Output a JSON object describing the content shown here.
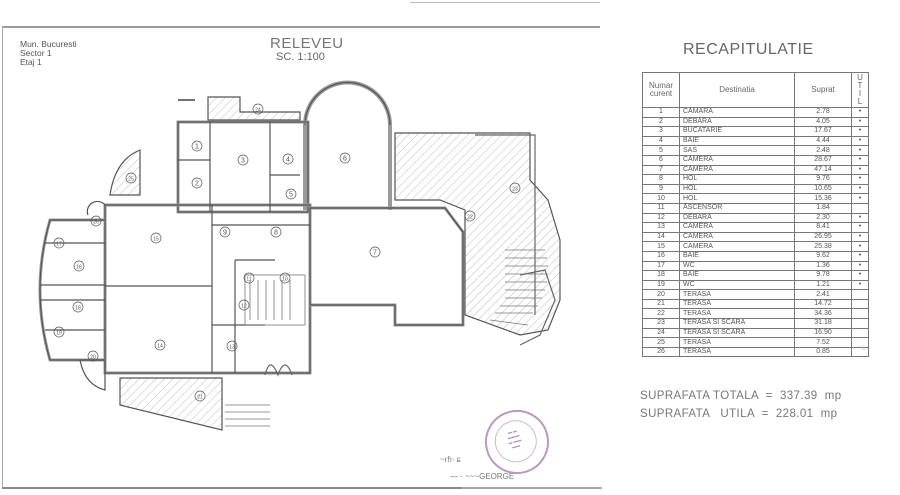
{
  "drawing": {
    "location_lines": [
      "Mun. Bucuresti",
      "Sector 1",
      "Etaj 1"
    ],
    "title": "RELEVEU",
    "scale": "SC. 1:100",
    "room_markers": [
      "1",
      "2",
      "3",
      "4",
      "5",
      "6",
      "7",
      "8",
      "9",
      "10",
      "11",
      "12",
      "13",
      "14",
      "15",
      "16",
      "17",
      "18",
      "19",
      "20",
      "21",
      "22",
      "23",
      "24",
      "25",
      "26"
    ]
  },
  "recap": {
    "title": "RECAPITULATIE",
    "headers": {
      "number": "Numar curent",
      "destination": "Destinatia",
      "area": "Suprat",
      "util": "UTIL"
    },
    "rows": [
      {
        "nr": "1",
        "dest": "CAMARA",
        "area": "2.78",
        "util": "•"
      },
      {
        "nr": "2",
        "dest": "DEBARA",
        "area": "4.05",
        "util": "•"
      },
      {
        "nr": "3",
        "dest": "BUCATARIE",
        "area": "17.67",
        "util": "•"
      },
      {
        "nr": "4",
        "dest": "BAIE",
        "area": "4.44",
        "util": "•"
      },
      {
        "nr": "5",
        "dest": "SAS",
        "area": "2.48",
        "util": "•"
      },
      {
        "nr": "6",
        "dest": "CAMERA",
        "area": "28.67",
        "util": "•"
      },
      {
        "nr": "7",
        "dest": "CAMERA",
        "area": "47.14",
        "util": "•"
      },
      {
        "nr": "8",
        "dest": "HOL",
        "area": "9.76",
        "util": "•"
      },
      {
        "nr": "9",
        "dest": "HOL",
        "area": "10.65",
        "util": "•"
      },
      {
        "nr": "10",
        "dest": "HOL",
        "area": "15.36",
        "util": "•"
      },
      {
        "nr": "11",
        "dest": "ASCENSOR",
        "area": "1.84",
        "util": ""
      },
      {
        "nr": "12",
        "dest": "DEBARA",
        "area": "2.30",
        "util": "•"
      },
      {
        "nr": "13",
        "dest": "CAMERA",
        "area": "8.41",
        "util": "•"
      },
      {
        "nr": "14",
        "dest": "CAMERA",
        "area": "26.95",
        "util": "•"
      },
      {
        "nr": "15",
        "dest": "CAMERA",
        "area": "25.38",
        "util": "•"
      },
      {
        "nr": "16",
        "dest": "BAIE",
        "area": "9.62",
        "util": "•"
      },
      {
        "nr": "17",
        "dest": "WC",
        "area": "1.36",
        "util": "•"
      },
      {
        "nr": "18",
        "dest": "BAIE",
        "area": "9.78",
        "util": "•"
      },
      {
        "nr": "19",
        "dest": "WC",
        "area": "1.21",
        "util": "•"
      },
      {
        "nr": "20",
        "dest": "TERASA",
        "area": "2.41",
        "util": ""
      },
      {
        "nr": "21",
        "dest": "TERASA",
        "area": "14.72",
        "util": ""
      },
      {
        "nr": "22",
        "dest": "TERASA",
        "area": "34.36",
        "util": ""
      },
      {
        "nr": "23",
        "dest": "TERASA SI SCARA",
        "area": "31.18",
        "util": ""
      },
      {
        "nr": "24",
        "dest": "TERASA SI SCARA",
        "area": "16.90",
        "util": ""
      },
      {
        "nr": "25",
        "dest": "TERASA",
        "area": "7.52",
        "util": ""
      },
      {
        "nr": "26",
        "dest": "TERASA",
        "area": "0.85",
        "util": ""
      }
    ]
  },
  "totals": {
    "total_label": "SUPRAFATA TOTALA",
    "total_value": "337.39",
    "util_label": "SUPRAFATA   UTILA",
    "util_value": "228.01",
    "unit": "mp"
  },
  "stamp": {
    "signature_name": "GEORGE",
    "color": "#a97fb6"
  }
}
